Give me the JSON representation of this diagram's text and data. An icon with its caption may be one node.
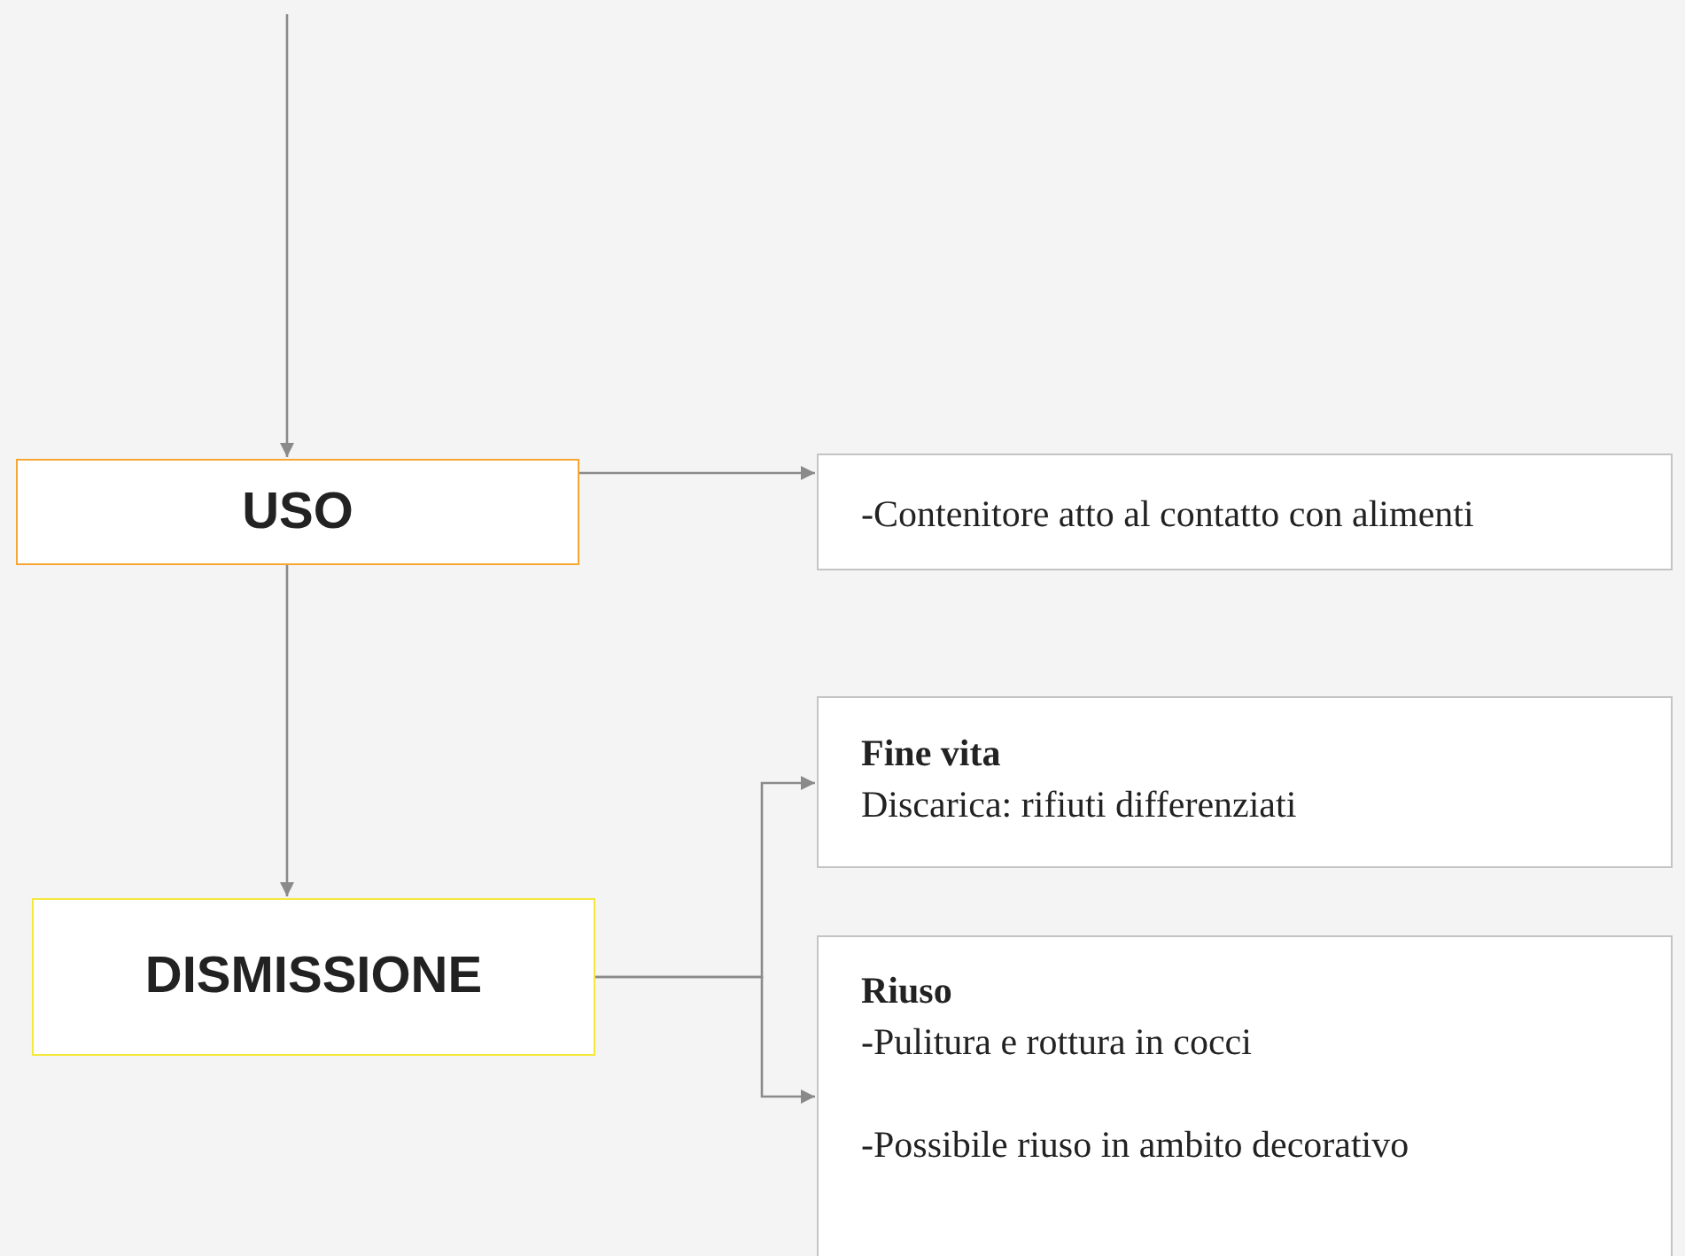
{
  "diagram": {
    "nodes": [
      {
        "text": [
          "USO"
        ]
      },
      {
        "text": [
          "-Contenitore atto al contatto con alimenti"
        ]
      },
      {
        "text": [
          "DISMISSIONE"
        ]
      },
      {
        "text": [
          "Fine vita",
          "Discarica: rifiuti differenziati"
        ]
      },
      {
        "text": [
          "Riuso",
          "-Pulitura e rottura in cocci",
          "-Possibile riuso in ambito decorativo"
        ]
      }
    ],
    "edges": [
      {
        "from": null,
        "to": 0,
        "arrow": "to"
      },
      {
        "from": 0,
        "to": 1,
        "arrow": "to"
      },
      {
        "from": 0,
        "to": 2,
        "arrow": "to"
      },
      {
        "from": 2,
        "to": 3,
        "arrow": "to"
      },
      {
        "from": 2,
        "to": 4,
        "arrow": "to"
      }
    ]
  }
}
